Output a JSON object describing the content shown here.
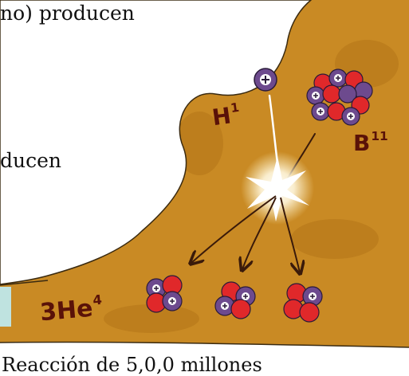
{
  "captions": {
    "top": "no) producen",
    "middle": "ducen",
    "bottom": "Reacción de 5,0,0 millones"
  },
  "labels": {
    "hydrogen": {
      "text": "H",
      "mass": "1"
    },
    "boron": {
      "text": "B",
      "mass": "11"
    },
    "helium": {
      "coefficient": "3",
      "text": "He",
      "mass": "4"
    }
  },
  "colors": {
    "background": "#c98a24",
    "bubble": "#ffffff",
    "proton": "#e0282a",
    "neutron": "#6d4a8e",
    "arrow": "#3a1a0a",
    "label": "#5a1208"
  }
}
